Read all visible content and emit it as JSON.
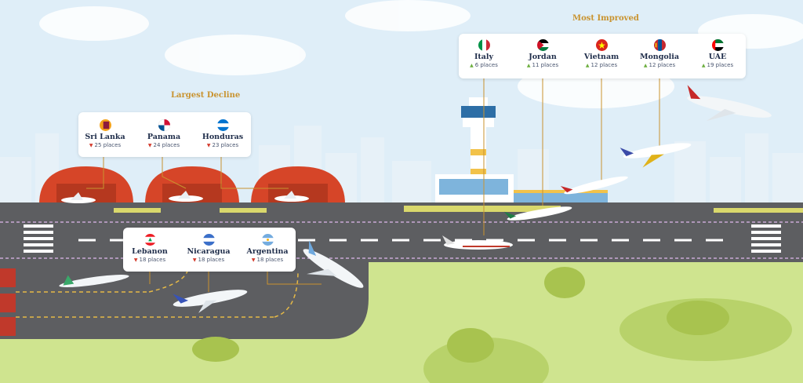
{
  "decline": {
    "title": "Largest Decline",
    "top_row": [
      {
        "country": "Sri Lanka",
        "change": "25 places",
        "flag_icon": "sri-lanka-flag-icon",
        "flag_color": "#f5a31a"
      },
      {
        "country": "Panama",
        "change": "24 places",
        "flag_icon": "panama-flag-icon",
        "flag_color": "#d21034"
      },
      {
        "country": "Honduras",
        "change": "23 places",
        "flag_icon": "honduras-flag-icon",
        "flag_color": "#0073cf"
      }
    ],
    "bottom_row": [
      {
        "country": "Lebanon",
        "change": "18 places",
        "flag_icon": "lebanon-flag-icon",
        "flag_color": "#ed1c24"
      },
      {
        "country": "Nicaragua",
        "change": "18 places",
        "flag_icon": "nicaragua-flag-icon",
        "flag_color": "#3b6fc9"
      },
      {
        "country": "Argentina",
        "change": "18 places",
        "flag_icon": "argentina-flag-icon",
        "flag_color": "#74acdf"
      }
    ]
  },
  "improved": {
    "title": "Most Improved",
    "items": [
      {
        "country": "Italy",
        "change": "6 places",
        "flag_icon": "italy-flag-icon",
        "flag_color": "#009246"
      },
      {
        "country": "Jordan",
        "change": "11 places",
        "flag_icon": "jordan-flag-icon",
        "flag_color": "#007a3d"
      },
      {
        "country": "Vietnam",
        "change": "12 places",
        "flag_icon": "vietnam-flag-icon",
        "flag_color": "#da251d"
      },
      {
        "country": "Mongolia",
        "change": "12 places",
        "flag_icon": "mongolia-flag-icon",
        "flag_color": "#c4272f"
      },
      {
        "country": "UAE",
        "change": "19 places",
        "flag_icon": "uae-flag-icon",
        "flag_color": "#00732f"
      }
    ]
  },
  "colors": {
    "accent_gold": "#c9932f",
    "up_arrow": "#6cae3e",
    "down_arrow": "#d33a2c",
    "runway": "#5d5e61",
    "grass": "#cfe48f",
    "hangar": "#d64528"
  }
}
